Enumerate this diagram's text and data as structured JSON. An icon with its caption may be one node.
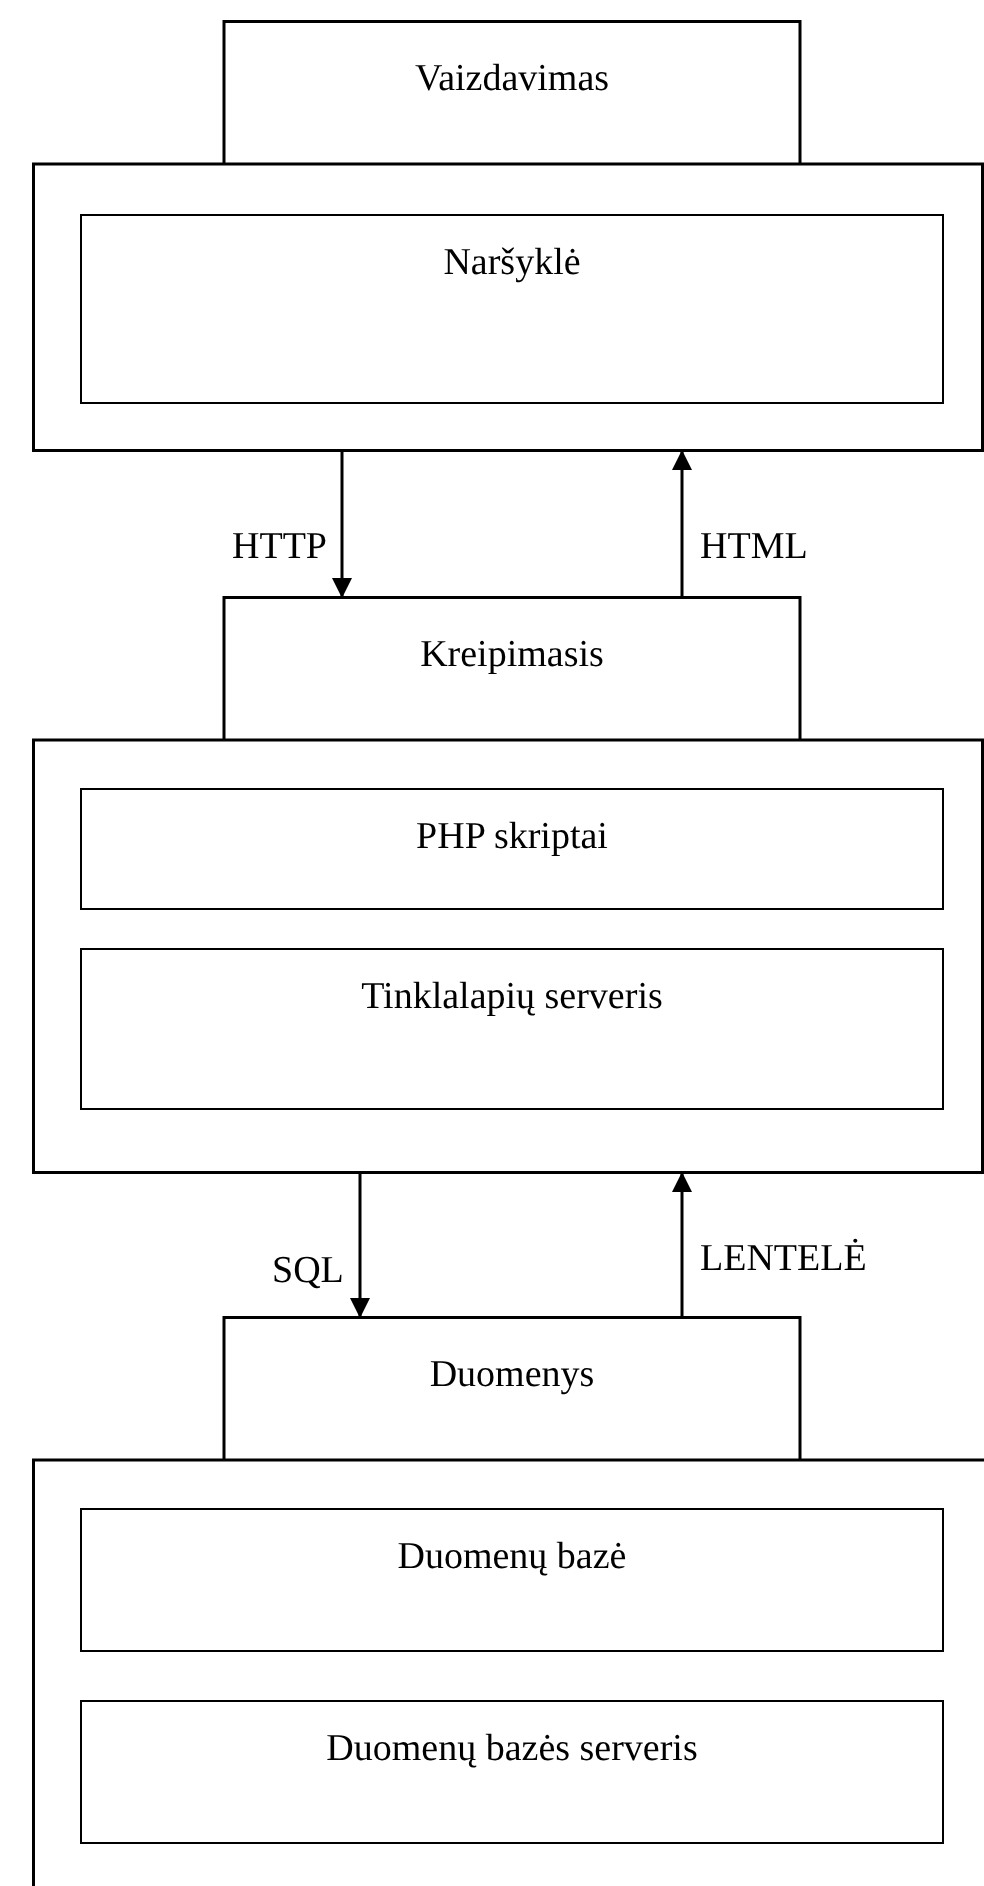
{
  "diagram": {
    "nodes": [
      {
        "text": [
          "Vaizdavimas"
        ]
      },
      {
        "text": [
          "Naršyklė"
        ],
        "in": 0
      },
      {
        "text": [
          "Kreipimasis"
        ]
      },
      {
        "text": [
          "PHP skriptai"
        ],
        "in": 2
      },
      {
        "text": [
          "Tinklalapių serveris"
        ],
        "in": 2
      },
      {
        "text": [
          "Duomenys"
        ]
      },
      {
        "text": [
          "Duomenų bazė"
        ],
        "in": 5
      },
      {
        "text": [
          "Duomenų bazės serveris"
        ],
        "in": 5
      }
    ],
    "edges": [
      {
        "from": 0,
        "to": 2,
        "arrow": "to",
        "label": "HTTP"
      },
      {
        "from": 2,
        "to": 0,
        "arrow": "to",
        "label": "HTML"
      },
      {
        "from": 2,
        "to": 5,
        "arrow": "to",
        "label": "SQL"
      },
      {
        "from": 5,
        "to": 2,
        "arrow": "to",
        "label": "LENTELĖ"
      }
    ]
  }
}
